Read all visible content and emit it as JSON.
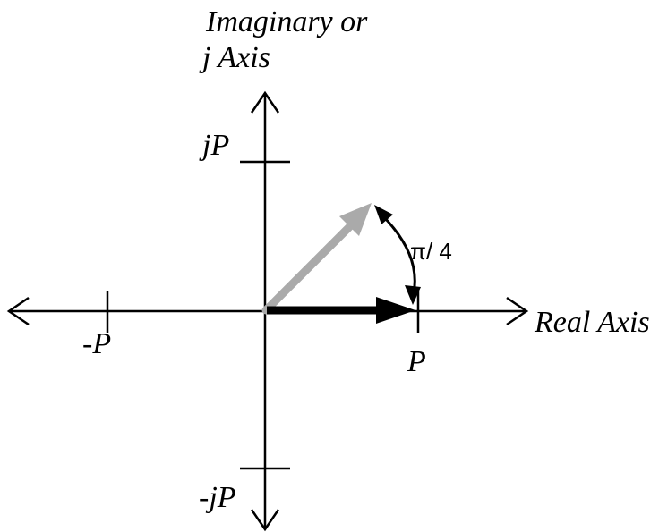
{
  "labels": {
    "imag_axis_line1": "Imaginary or",
    "imag_axis_line2": "j Axis",
    "real_axis": "Real Axis",
    "pos_imag_tick": "jP",
    "neg_imag_tick": "-jP",
    "pos_real_tick": "P",
    "neg_real_tick": "-P",
    "angle": "π/ 4"
  },
  "vectors": [
    {
      "name": "reference-phasor",
      "magnitude": "P",
      "angle_rad": 0,
      "color": "#000000"
    },
    {
      "name": "rotated-phasor",
      "magnitude": "P",
      "angle_rad": 0.785398,
      "color": "#aaaaaa"
    }
  ],
  "colors": {
    "axis": "#000000",
    "rotated_vector": "#aaaaaa",
    "reference_vector": "#000000"
  }
}
